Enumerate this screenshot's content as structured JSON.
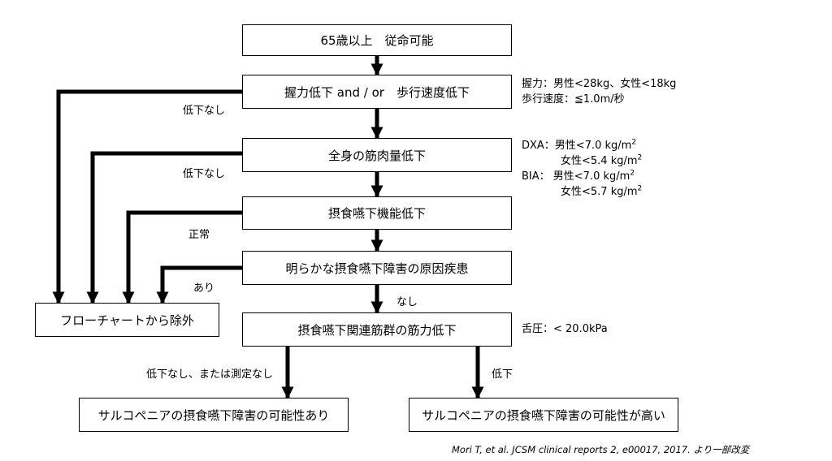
{
  "boxes": {
    "age": "65歳以上　従命可能",
    "grip": "握力低下 and / or　歩行速度低下",
    "muscle": "全身の筋肉量低下",
    "swallow": "摂食嚥下機能低下",
    "cause": "明らかな摂食嚥下障害の原因疾患",
    "exclude": "フローチャートから除外",
    "related": "摂食嚥下関連筋群の筋力低下",
    "possible": "サルコペニアの摂食嚥下障害の可能性あり",
    "high": "サルコペニアの摂食嚥下障害の可能性が高い"
  },
  "labels": {
    "no_decline_1": "低下なし",
    "no_decline_2": "低下なし",
    "normal": "正常",
    "yes": "あり",
    "none": "なし",
    "no_decline_or_unmeasured": "低下なし、または測定なし",
    "decline": "低下"
  },
  "notes": {
    "grip_line1": "握力：男性<28kg、女性<18kg",
    "grip_line2": "歩行速度：≦1.0m/秒",
    "dxa_line1": "DXA：男性<7.0 kg/m",
    "dxa_line2": "女性<5.4 kg/m",
    "bia_line1": "BIA： 男性<7.0 kg/m",
    "bia_line2": "女性<5.7 kg/m",
    "squared": "2",
    "tongue": "舌圧：< 20.0kPa"
  },
  "citation": "Mori T, et al. JCSM clinical reports 2, e00017, 2017. より一部改変"
}
